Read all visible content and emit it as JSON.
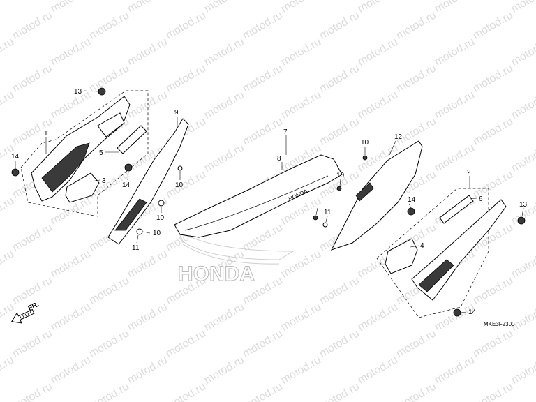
{
  "watermark": "motod.ru",
  "diagram_code": "MKE3F2300",
  "direction_label": "FR.",
  "seat_brand": "HONDA",
  "logo_text": "HONDA",
  "callouts": [
    "1",
    "2",
    "3",
    "4",
    "5",
    "6",
    "7",
    "8",
    "9",
    "10",
    "10",
    "10",
    "10",
    "10",
    "11",
    "11",
    "12",
    "13",
    "13",
    "14",
    "14",
    "14",
    "14"
  ]
}
